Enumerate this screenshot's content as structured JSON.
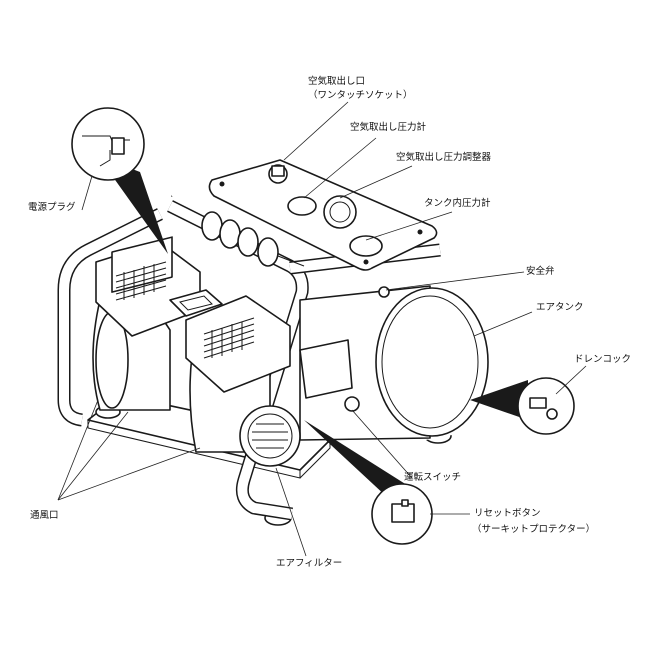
{
  "diagram": {
    "background": "#ffffff",
    "line_color": "#1a1a1a",
    "labels": {
      "air_outlet": "空気取出し口",
      "air_outlet_sub": "（ワンタッチソケット）",
      "outlet_gauge": "空気取出し圧力計",
      "regulator": "空気取出し圧力調整器",
      "tank_gauge": "タンク内圧力計",
      "power_plug": "電源プラグ",
      "safety_valve": "安全弁",
      "air_tank": "エアタンク",
      "drain_cock": "ドレンコック",
      "vent": "通風口",
      "run_switch": "運転スイッチ",
      "reset_button": "リセットボタン",
      "reset_button_sub": "（サーキットプロテクター）",
      "air_filter": "エアフィルター"
    }
  }
}
